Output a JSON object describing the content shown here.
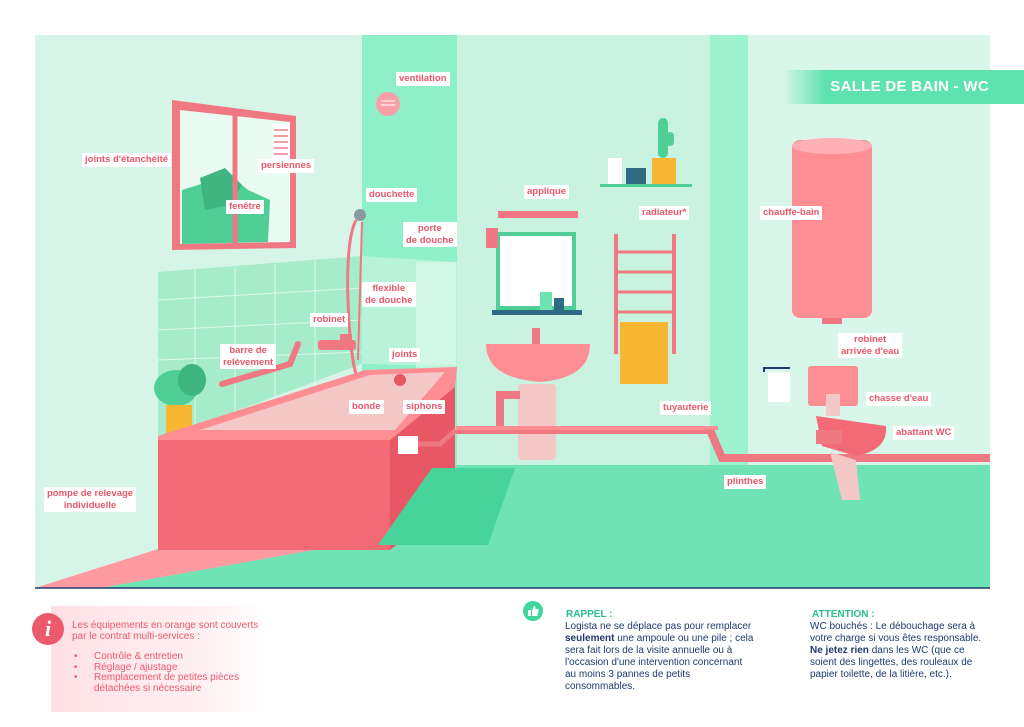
{
  "title": "SALLE DE BAIN - WC",
  "colors": {
    "wall_left": "#d9f5ea",
    "wall_back": "#c6f3df",
    "accent_green": "#5ee2ae",
    "floor_green": "#6fe3b4",
    "equipment_salmon": "#f47a84",
    "label_text": "#e8576b",
    "text_navy": "#1e3a6e"
  },
  "labels": {
    "ventilation": "ventilation",
    "joints_etancheite": "joints d'étanchéité",
    "persiennes": "persiennes",
    "fenetre": "fenêtre",
    "douchette": "douchette",
    "porte_douche": "porte\nde douche",
    "applique": "applique",
    "radiateur": "radiateur*",
    "chauffe_bain": "chauffe-bain",
    "flexible_douche": "flexible\nde douche",
    "robinet": "robinet",
    "barre_relevement": "barre de\nrelèvement",
    "joints": "joints",
    "bonde": "bonde",
    "siphons": "siphons",
    "robinet_arrivee": "robinet\narrivée d'eau",
    "chasse_eau": "chasse d'eau",
    "tuyauterie": "tuyauterie",
    "abattant_wc": "abattant WC",
    "plinthes": "plinthes",
    "pompe_relevage": "pompe de relevage\nindividuelle"
  },
  "info": {
    "icon": "i",
    "intro": "Les équipements en orange sont couverts par le contrat multi-services :",
    "items": [
      "Contrôle & entretien",
      "Réglage / ajustage",
      "Remplacement de petites pièces détachées si nécessaire"
    ]
  },
  "rappel": {
    "heading": "RAPPEL :",
    "icon": "thumbs-up-icon",
    "text_1": "Logista ne se déplace pas pour remplacer ",
    "text_bold": "seulement",
    "text_2": " une ampoule ou une pile ; cela sera fait lors de la visite annuelle ou à l'occasion d'une intervention concernant au moins 3 pannes de petits consommables."
  },
  "attention": {
    "heading": "ATTENTION :",
    "text_1": "WC bouchés : Le débouchage sera à votre charge si vous êtes responsable. ",
    "text_bold": "Ne jetez rien",
    "text_2": " dans les WC (que ce soient des lingettes, des rouleaux de papier toilette, de la litière, etc.)."
  }
}
